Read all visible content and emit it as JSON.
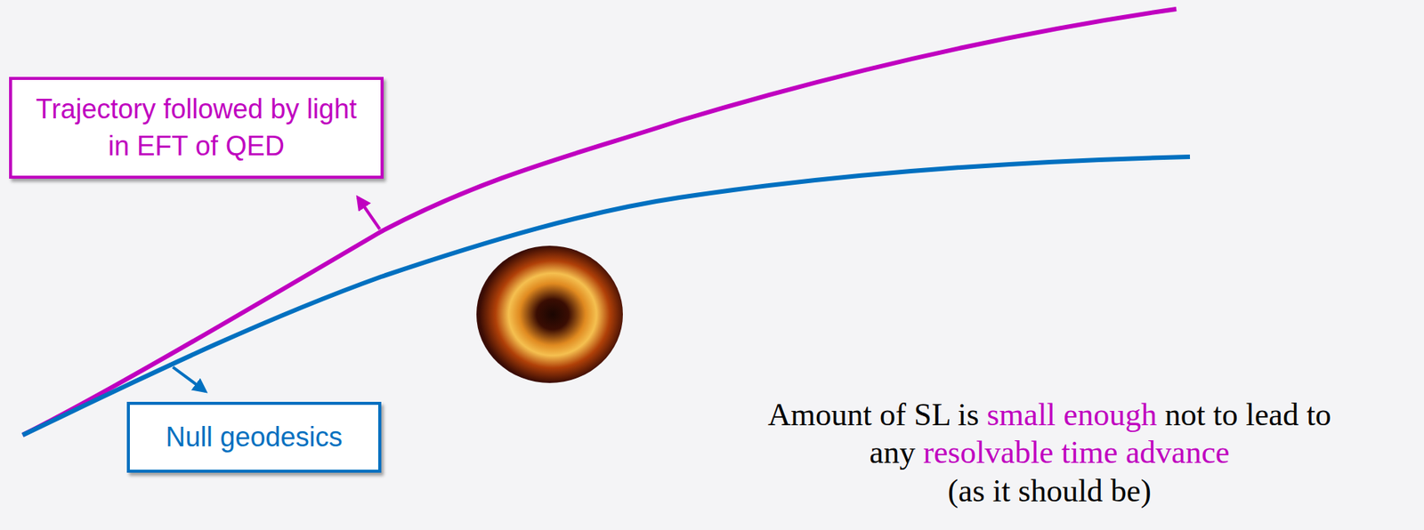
{
  "diagram": {
    "nodes": [
      {
        "text": [
          "Trajectory followed by light in EFT of QED"
        ]
      },
      {
        "text": [
          "Null geodesics"
        ]
      }
    ],
    "labels": [
      "Amount of SL is",
      "small enough",
      "not to lead to",
      "any",
      "resolvable time advance",
      "(as it should be)"
    ]
  }
}
